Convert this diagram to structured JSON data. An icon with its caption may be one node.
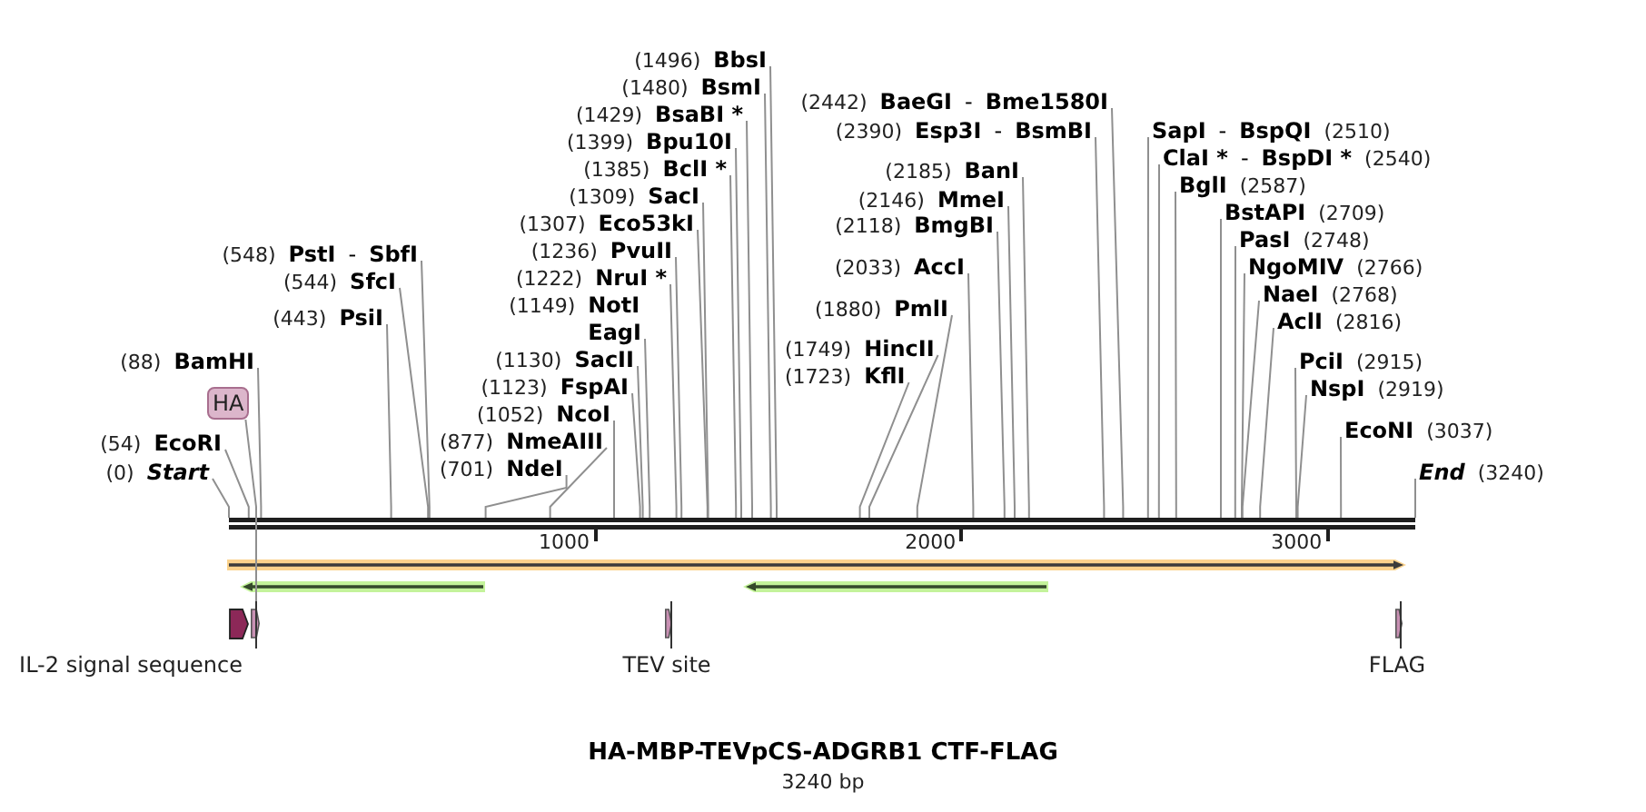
{
  "diagram": {
    "title": "HA-MBP-TEVpCS-ADGRB1 CTF-FLAG",
    "caption": "3240 bp",
    "nodes": [
      {
        "text": [
          "(0)",
          "Start"
        ]
      },
      {
        "text": [
          "(54)",
          "EcoRI"
        ]
      },
      {
        "text": [
          "HA"
        ]
      },
      {
        "text": [
          "(88)",
          "BamHI"
        ]
      },
      {
        "text": [
          "(443)",
          "PsiI"
        ]
      },
      {
        "text": [
          "(544)",
          "SfcI"
        ]
      },
      {
        "text": [
          "(548)",
          "PstI",
          "-",
          "SbfI"
        ]
      },
      {
        "text": [
          "(701)",
          "NdeI"
        ]
      },
      {
        "text": [
          "(877)",
          "NmeAIII"
        ]
      },
      {
        "text": [
          "(1052)",
          "NcoI"
        ]
      },
      {
        "text": [
          "(1123)",
          "FspAI"
        ]
      },
      {
        "text": [
          "(1130)",
          "SacII"
        ]
      },
      {
        "text": [
          "(1149)",
          "NotI",
          "EagI"
        ]
      },
      {
        "text": [
          "(1222)",
          "NruI *"
        ]
      },
      {
        "text": [
          "(1236)",
          "PvuII"
        ]
      },
      {
        "text": [
          "(1307)",
          "Eco53kI"
        ]
      },
      {
        "text": [
          "(1309)",
          "SacI"
        ]
      },
      {
        "text": [
          "(1385)",
          "BclI *"
        ]
      },
      {
        "text": [
          "(1399)",
          "Bpu10I"
        ]
      },
      {
        "text": [
          "(1429)",
          "BsaBI *"
        ]
      },
      {
        "text": [
          "(1480)",
          "BsmI"
        ]
      },
      {
        "text": [
          "(1496)",
          "BbsI"
        ]
      },
      {
        "text": [
          "(1723)",
          "KflI"
        ]
      },
      {
        "text": [
          "(1749)",
          "HincII"
        ]
      },
      {
        "text": [
          "(1880)",
          "PmlI"
        ]
      },
      {
        "text": [
          "(2033)",
          "AccI"
        ]
      },
      {
        "text": [
          "(2118)",
          "BmgBI"
        ]
      },
      {
        "text": [
          "(2146)",
          "MmeI"
        ]
      },
      {
        "text": [
          "(2185)",
          "BanI"
        ]
      },
      {
        "text": [
          "(2390)",
          "Esp3I",
          "-",
          "BsmBI"
        ]
      },
      {
        "text": [
          "(2442)",
          "BaeGI",
          "-",
          "Bme1580I"
        ]
      },
      {
        "text": [
          "SapI",
          "-",
          "BspQI",
          "(2510)"
        ]
      },
      {
        "text": [
          "ClaI *",
          "-",
          "BspDI *",
          "(2540)"
        ]
      },
      {
        "text": [
          "BglI",
          "(2587)"
        ]
      },
      {
        "text": [
          "BstAPI",
          "(2709)"
        ]
      },
      {
        "text": [
          "PasI",
          "(2748)"
        ]
      },
      {
        "text": [
          "NgoMIV",
          "(2766)"
        ]
      },
      {
        "text": [
          "NaeI",
          "(2768)"
        ]
      },
      {
        "text": [
          "AclI",
          "(2816)"
        ]
      },
      {
        "text": [
          "PciI",
          "(2915)"
        ]
      },
      {
        "text": [
          "NspI",
          "(2919)"
        ]
      },
      {
        "text": [
          "EcoNI",
          "(3037)"
        ]
      },
      {
        "text": [
          "End",
          "(3240)"
        ]
      },
      {
        "text": [],
        "shape": "bar"
      },
      {
        "text": [],
        "shape": "arrow"
      },
      {
        "text": [],
        "shape": "arrow"
      },
      {
        "text": [],
        "shape": "arrow"
      },
      {
        "text": [],
        "shape": "arrow",
        "beside": [
          "IL-2 signal sequence"
        ]
      },
      {
        "text": [],
        "shape": "box"
      },
      {
        "text": [],
        "shape": "box",
        "beside": [
          "TEV site"
        ]
      },
      {
        "text": [],
        "shape": "box",
        "beside": [
          "FLAG"
        ]
      }
    ],
    "edges": [
      {
        "from": 0,
        "to": 43,
        "arrow": "none"
      },
      {
        "from": 1,
        "to": 43,
        "arrow": "none"
      },
      {
        "from": 2,
        "to": 48,
        "arrow": "none"
      },
      {
        "from": 3,
        "to": 43,
        "arrow": "none"
      },
      {
        "from": 4,
        "to": 43,
        "arrow": "none"
      },
      {
        "from": 5,
        "to": 43,
        "arrow": "none"
      },
      {
        "from": 6,
        "to": 43,
        "arrow": "none"
      },
      {
        "from": 7,
        "to": 43,
        "arrow": "none"
      },
      {
        "from": 8,
        "to": 43,
        "arrow": "none"
      },
      {
        "from": 9,
        "to": 43,
        "arrow": "none"
      },
      {
        "from": 10,
        "to": 43,
        "arrow": "none"
      },
      {
        "from": 11,
        "to": 43,
        "arrow": "none"
      },
      {
        "from": 12,
        "to": 43,
        "arrow": "none"
      },
      {
        "from": 13,
        "to": 43,
        "arrow": "none"
      },
      {
        "from": 14,
        "to": 43,
        "arrow": "none"
      },
      {
        "from": 15,
        "to": 43,
        "arrow": "none"
      },
      {
        "from": 16,
        "to": 43,
        "arrow": "none"
      },
      {
        "from": 17,
        "to": 43,
        "arrow": "none"
      },
      {
        "from": 18,
        "to": 43,
        "arrow": "none"
      },
      {
        "from": 19,
        "to": 43,
        "arrow": "none"
      },
      {
        "from": 20,
        "to": 43,
        "arrow": "none"
      },
      {
        "from": 21,
        "to": 43,
        "arrow": "none"
      },
      {
        "from": 22,
        "to": 43,
        "arrow": "none"
      },
      {
        "from": 23,
        "to": 43,
        "arrow": "none"
      },
      {
        "from": 24,
        "to": 43,
        "arrow": "none"
      },
      {
        "from": 25,
        "to": 43,
        "arrow": "none"
      },
      {
        "from": 26,
        "to": 43,
        "arrow": "none"
      },
      {
        "from": 27,
        "to": 43,
        "arrow": "none"
      },
      {
        "from": 28,
        "to": 43,
        "arrow": "none"
      },
      {
        "from": 29,
        "to": 43,
        "arrow": "none"
      },
      {
        "from": 30,
        "to": 43,
        "arrow": "none"
      },
      {
        "from": 31,
        "to": 43,
        "arrow": "none"
      },
      {
        "from": 32,
        "to": 43,
        "arrow": "none"
      },
      {
        "from": 33,
        "to": 43,
        "arrow": "none"
      },
      {
        "from": 34,
        "to": 43,
        "arrow": "none"
      },
      {
        "from": 35,
        "to": 43,
        "arrow": "none"
      },
      {
        "from": 36,
        "to": 43,
        "arrow": "none"
      },
      {
        "from": 37,
        "to": 43,
        "arrow": "none"
      },
      {
        "from": 38,
        "to": 43,
        "arrow": "none"
      },
      {
        "from": 39,
        "to": 43,
        "arrow": "none"
      },
      {
        "from": 40,
        "to": 43,
        "arrow": "none"
      },
      {
        "from": 41,
        "to": 43,
        "arrow": "none"
      },
      {
        "from": 42,
        "to": 43,
        "arrow": "none"
      }
    ],
    "labels": [
      "1000",
      "2000",
      "3000"
    ]
  }
}
